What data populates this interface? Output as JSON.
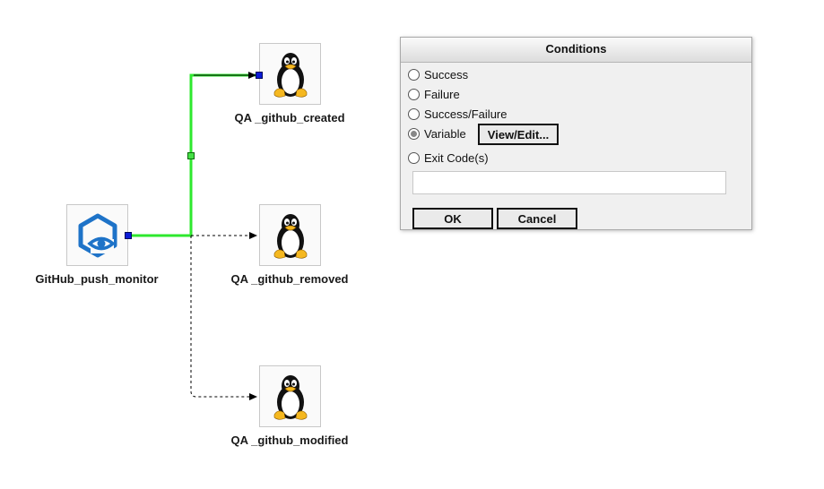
{
  "workflow": {
    "nodes": [
      {
        "label": "GitHub_push_monitor",
        "icon": "github-monitor-eye-icon"
      },
      {
        "label": "QA _github_created",
        "icon": "linux-penguin-icon"
      },
      {
        "label": "QA _github_removed",
        "icon": "linux-penguin-icon"
      },
      {
        "label": "QA _github_modified",
        "icon": "linux-penguin-icon"
      }
    ],
    "colors": {
      "active_link": "#2ee82e",
      "handle": "#0a1bd6",
      "icon_blue": "#1e73c8"
    }
  },
  "dialog": {
    "title": "Conditions",
    "options": [
      "Success",
      "Failure",
      "Success/Failure",
      "Variable",
      "Exit Code(s)"
    ],
    "selected": "Variable",
    "view_edit_label": "View/Edit...",
    "exit_codes_value": "",
    "ok_label": "OK",
    "cancel_label": "Cancel"
  }
}
